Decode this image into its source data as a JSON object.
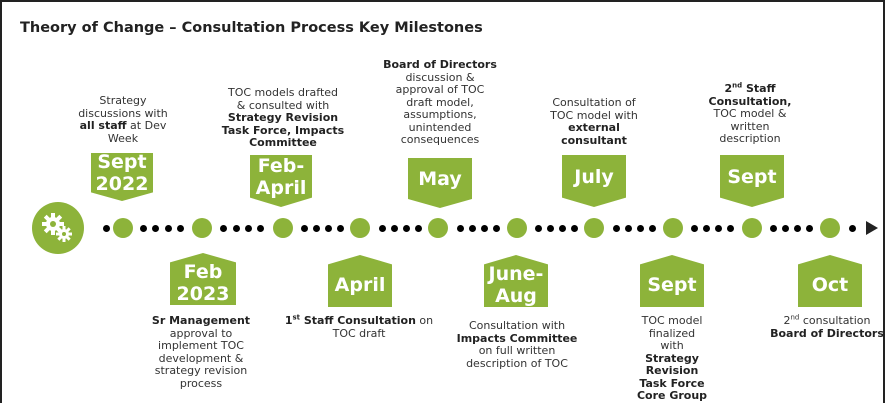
{
  "title": "Theory of Change – Consultation Process Key Milestones",
  "colors": {
    "accent": "#8db33a",
    "dots": "#000000",
    "text": "#333333"
  },
  "icon": "gears-icon",
  "milestones": [
    {
      "position": "above",
      "badge": "Sept\n2022",
      "desc": [
        "Strategy",
        "discussions with",
        "<b>all staff</b> at Dev",
        "Week"
      ]
    },
    {
      "position": "below",
      "badge": "Feb\n2023",
      "desc": [
        "<b>Sr Management</b>",
        "approval to",
        "implement TOC",
        "development &",
        "strategy revision",
        "process"
      ]
    },
    {
      "position": "above",
      "badge": "Feb-\nApril",
      "desc": [
        "TOC models drafted",
        "& consulted with",
        "<b>Strategy Revision</b>",
        "<b>Task Force, Impacts</b>",
        "<b>Committee</b>"
      ]
    },
    {
      "position": "below",
      "badge": "April",
      "desc": [
        "<b>1<sup>st</sup> Staff Consultation</b> on",
        "TOC draft"
      ]
    },
    {
      "position": "above",
      "badge": "May",
      "desc": [
        "<b>Board of Directors</b>",
        "discussion &",
        "approval of TOC",
        "draft model,",
        "assumptions,",
        "unintended",
        "consequences"
      ]
    },
    {
      "position": "below",
      "badge": "June-\nAug",
      "desc": [
        "Consultation with",
        "<b>Impacts Committee</b>",
        "on full written",
        "description of TOC"
      ]
    },
    {
      "position": "above",
      "badge": "July",
      "desc": [
        "Consultation of",
        "TOC model with",
        "<b>external</b>",
        "<b>consultant</b>"
      ]
    },
    {
      "position": "below",
      "badge": "Sept",
      "desc": [
        "TOC model",
        "finalized",
        "with",
        "<b>Strategy</b>",
        "<b>Revision</b>",
        "<b>Task Force</b>",
        "<b>Core Group</b>"
      ]
    },
    {
      "position": "above",
      "badge": "Sept",
      "desc": [
        "<b>2<sup>nd</sup> Staff</b>",
        "<b>Consultation,</b>",
        "TOC model &",
        "written",
        "description"
      ]
    },
    {
      "position": "below",
      "badge": "Oct",
      "desc": [
        "2<sup>nd</sup> consultation",
        "<b>Board of Directors</b>"
      ]
    }
  ]
}
